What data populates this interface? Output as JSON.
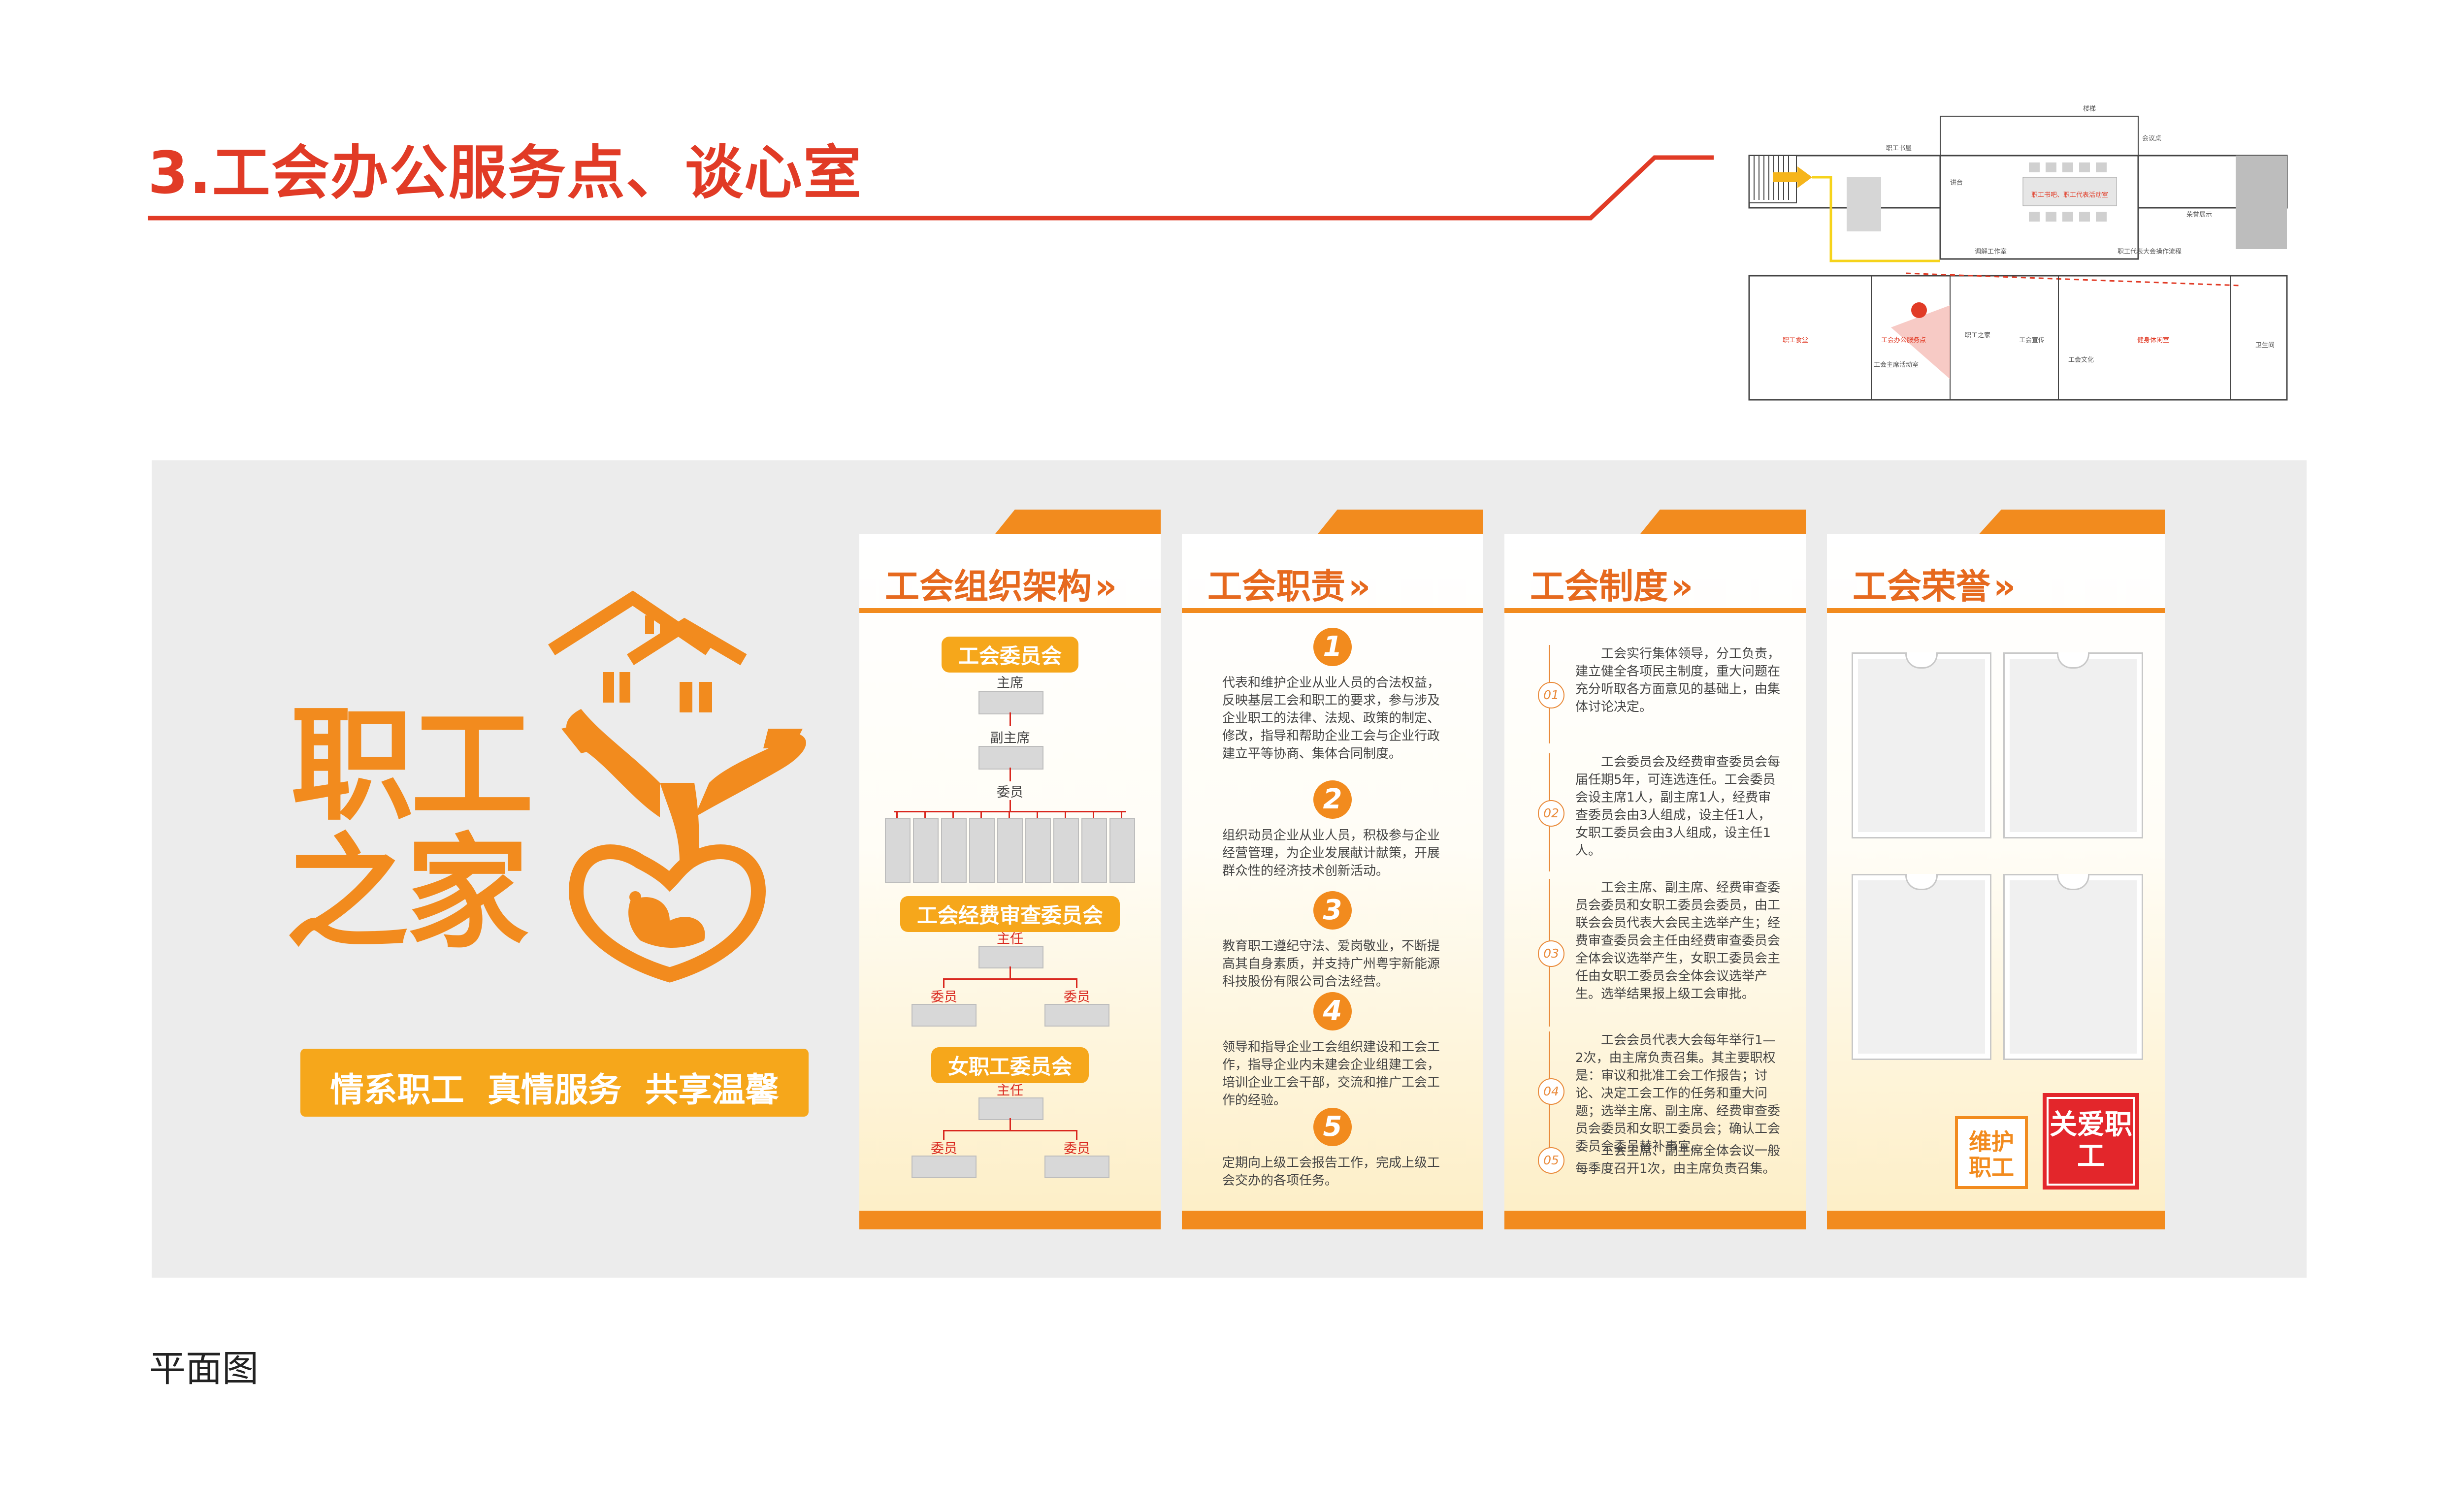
{
  "header": {
    "title": "3.工会办公服务点、谈心室",
    "accent_color": "#e13b26"
  },
  "floor_plan": {
    "labels": [
      "楼梯",
      "会议桌",
      "讲台",
      "职工书屋",
      "职工书吧、职工代表活动室",
      "荣誉展示",
      "调解工作室",
      "职工代表大会操作流程",
      "职工食堂",
      "职工之家",
      "工会办公服务点",
      "工会宣传",
      "健身休闲室",
      "工会文化",
      "工会主席活动室",
      "卫生间"
    ],
    "marker_icon": "location-pin-icon"
  },
  "logo": {
    "line1": "职工",
    "line2": "之家",
    "icon": "house-hands-heart-dove-icon"
  },
  "slogan": "情系职工  真情服务  共享温馨",
  "panels": {
    "org": {
      "title": "工会组织架构",
      "committee": "工会委员会",
      "chairman": "主席",
      "vice_chairman": "副主席",
      "member": "委员",
      "audit": "工会经费审查委员会",
      "audit_head": "主任",
      "audit_m1": "委员",
      "audit_m2": "委员",
      "women": "女职工委员会",
      "women_head": "主任",
      "women_m1": "委员",
      "women_m2": "委员"
    },
    "duties": {
      "title": "工会职责",
      "items": [
        {
          "num": "1",
          "text": "代表和维护企业从业人员的合法权益，反映基层工会和职工的要求，参与涉及企业职工的法律、法规、政策的制定、修改，指导和帮助企业工会与企业行政建立平等协商、集体合同制度。"
        },
        {
          "num": "2",
          "text": "组织动员企业从业人员，积极参与企业经营管理，为企业发展献计献策，开展群众性的经济技术创新活动。"
        },
        {
          "num": "3",
          "text": "教育职工遵纪守法、爱岗敬业，不断提高其自身素质，并支持广州粤宇新能源科技股份有限公司合法经营。"
        },
        {
          "num": "4",
          "text": "领导和指导企业工会组织建设和工会工作，指导企业内未建会企业组建工会，培训企业工会干部，交流和推广工会工作的经验。"
        },
        {
          "num": "5",
          "text": "定期向上级工会报告工作，完成上级工会交办的各项任务。"
        }
      ]
    },
    "rules": {
      "title": "工会制度",
      "items": [
        {
          "num": "01",
          "text": "工会实行集体领导，分工负责，建立健全各项民主制度，重大问题在充分听取各方面意见的基础上，由集体讨论决定。"
        },
        {
          "num": "02",
          "text": "工会委员会及经费审查委员会每届任期5年，可连选连任。工会委员会设主席1人，副主席1人，经费审查委员会由3人组成，设主任1人，女职工委员会由3人组成，设主任1人。"
        },
        {
          "num": "03",
          "text": "工会主席、副主席、经费审查委员会委员和女职工委员会委员，由工联会会员代表大会民主选举产生；经费审查委员会主任由经费审查委员会全体会议选举产生，女职工委员会主任由女职工委员会全体会议选举产生。选举结果报上级工会审批。"
        },
        {
          "num": "04",
          "text": "工会会员代表大会每年举行1—2次，由主席负责召集。其主要职权是：审议和批准工会工作报告；讨论、决定工会工作的任务和重大问题；选举主席、副主席、经费审查委员会委员和女职工委员会；确认工会委员会委员替补事宜。"
        },
        {
          "num": "05",
          "text": "工会主席、副主席全体会议一般每季度召开1次，由主席负责召集。"
        }
      ]
    },
    "honors": {
      "title": "工会荣誉",
      "stamp1": "维护职工",
      "stamp2": "关爱职工"
    }
  },
  "caption": "平面图",
  "colors": {
    "orange": "#f28b1e",
    "title_orange": "#e6691e",
    "wall": "#ececec",
    "red": "#d9281f"
  }
}
